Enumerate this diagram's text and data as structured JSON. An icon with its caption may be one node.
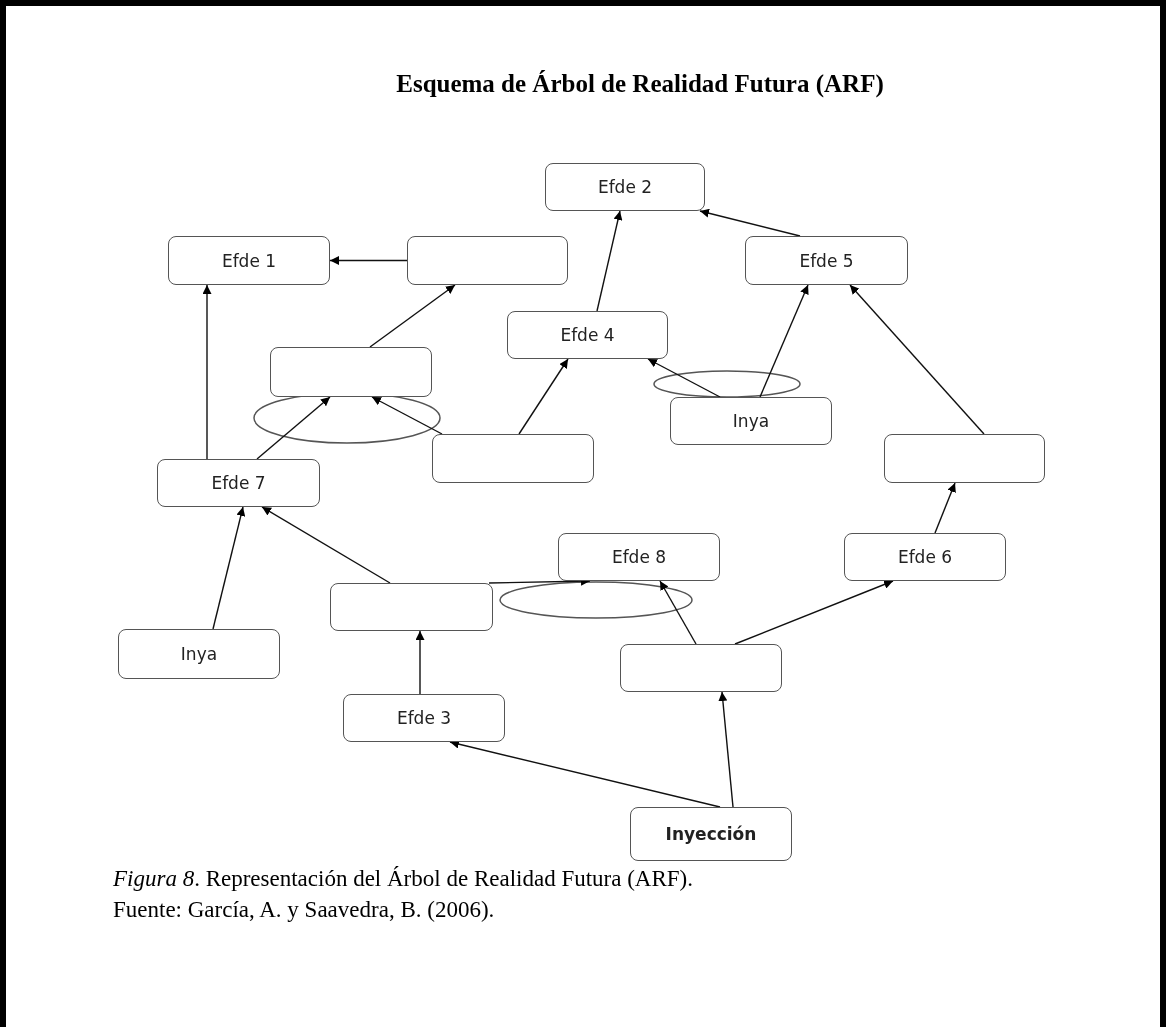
{
  "diagram": {
    "title": "Esquema de Árbol de Realidad Futura (ARF)",
    "caption": "*Figura 8*. Representación del Árbol de Realidad Futura (ARF).",
    "nodes": [
      {
        "text": [
          "Efde 2"
        ]
      },
      {
        "text": [
          "Efde 1"
        ]
      },
      {
        "text": [],
        "shape": "box"
      },
      {
        "text": [
          "Efde 5"
        ]
      },
      {
        "text": [
          "Efde 4"
        ]
      },
      {
        "text": [],
        "shape": "box"
      },
      {
        "text": [
          "Inya"
        ]
      },
      {
        "text": [],
        "shape": "box"
      },
      {
        "text": [],
        "shape": "box"
      },
      {
        "text": [
          "Efde 7"
        ]
      },
      {
        "text": [
          "Efde 8"
        ]
      },
      {
        "text": [
          "Efde 6"
        ]
      },
      {
        "text": [],
        "shape": "box"
      },
      {
        "text": [
          "Inya"
        ]
      },
      {
        "text": [],
        "shape": "box"
      },
      {
        "text": [
          "Efde 3"
        ]
      },
      {
        "text": [
          "Inyección"
        ]
      }
    ],
    "edges": [
      {
        "from": 2,
        "to": 1,
        "arrow": "to"
      },
      {
        "from": 5,
        "to": 2,
        "arrow": "to"
      },
      {
        "from": 9,
        "to": 1,
        "arrow": "to"
      },
      {
        "from": 9,
        "to": 5,
        "arrow": "to"
      },
      {
        "from": 7,
        "to": 5,
        "arrow": "to"
      },
      {
        "from": 7,
        "to": 4,
        "arrow": "to"
      },
      {
        "from": 4,
        "to": 0,
        "arrow": "to"
      },
      {
        "from": 3,
        "to": 0,
        "arrow": "to"
      },
      {
        "from": 6,
        "to": 4,
        "arrow": "to"
      },
      {
        "from": 6,
        "to": 3,
        "arrow": "to"
      },
      {
        "from": 8,
        "to": 3,
        "arrow": "to"
      },
      {
        "from": 11,
        "to": 8,
        "arrow": "to"
      },
      {
        "from": 13,
        "to": 9,
        "arrow": "to"
      },
      {
        "from": 12,
        "to": 9,
        "arrow": "to"
      },
      {
        "from": 12,
        "to": 10,
        "arrow": "to"
      },
      {
        "from": 14,
        "to": 10,
        "arrow": "to"
      },
      {
        "from": 14,
        "to": 11,
        "arrow": "to"
      },
      {
        "from": 15,
        "to": 12,
        "arrow": "to"
      },
      {
        "from": 16,
        "to": 15,
        "arrow": "to"
      },
      {
        "from": 16,
        "to": 14,
        "arrow": "to"
      }
    ],
    "labels": [
      "Fuente: García, A. y Saavedra, B. (2006)."
    ]
  }
}
